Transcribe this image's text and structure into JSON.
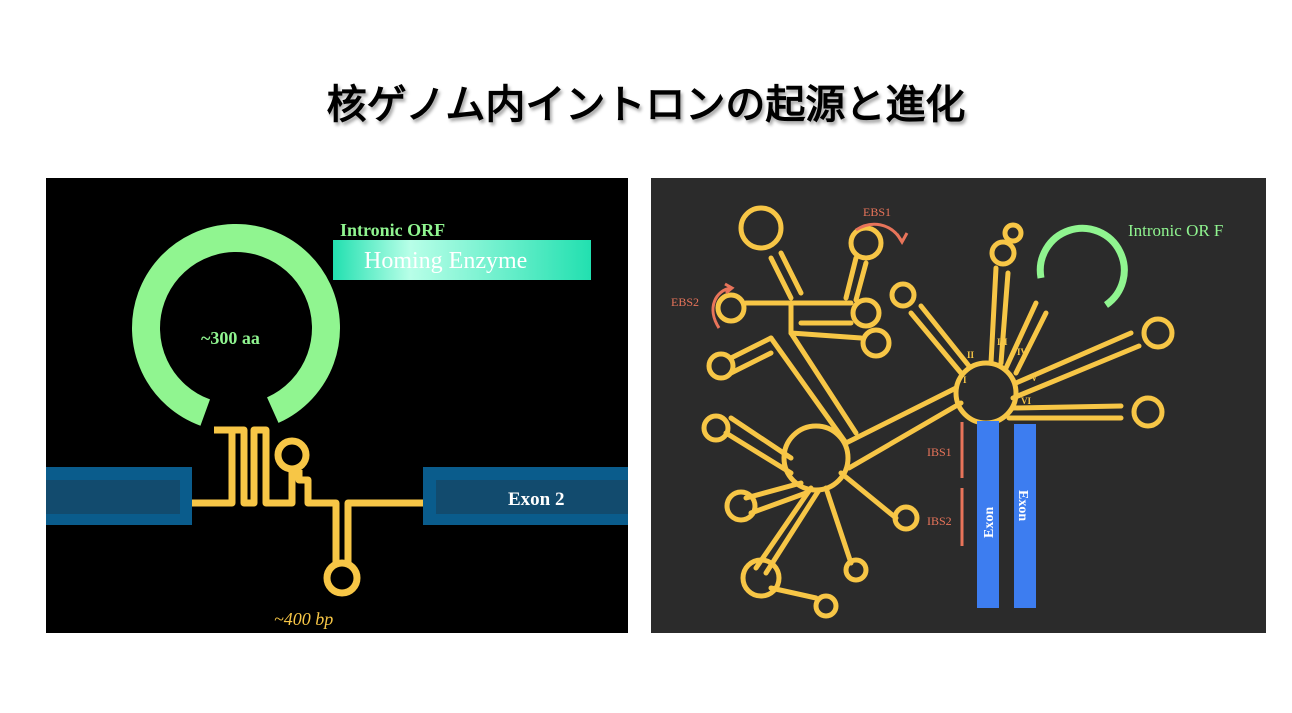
{
  "title": "核ゲノム内イントロンの起源と進化",
  "left_panel": {
    "intronic_orf_label": "Intronic ORF",
    "homing_enzyme_label": "Homing Enzyme",
    "protein_size_label": "~300 aa",
    "exon_label": "Exon 2",
    "intron_size_label": "~400 bp"
  },
  "right_panel": {
    "intronic_orf_label": "Intronic OR F",
    "ebs1_label": "EBS1",
    "ebs2_label": "EBS2",
    "ibs1_label": "IBS1",
    "ibs2_label": "IBS2",
    "domain_labels": [
      "I",
      "II",
      "III",
      "IV",
      "V",
      "VI"
    ],
    "exon_left_label": "Exon",
    "exon_right_label": "Exon"
  },
  "colors": {
    "rna": "#f7c646",
    "orf": "#90f590",
    "exon_left_panel": "#0a5c8c",
    "exon_right_panel": "#3d7df0",
    "ebs": "#e8745a",
    "background_right": "#2b2b2b"
  }
}
